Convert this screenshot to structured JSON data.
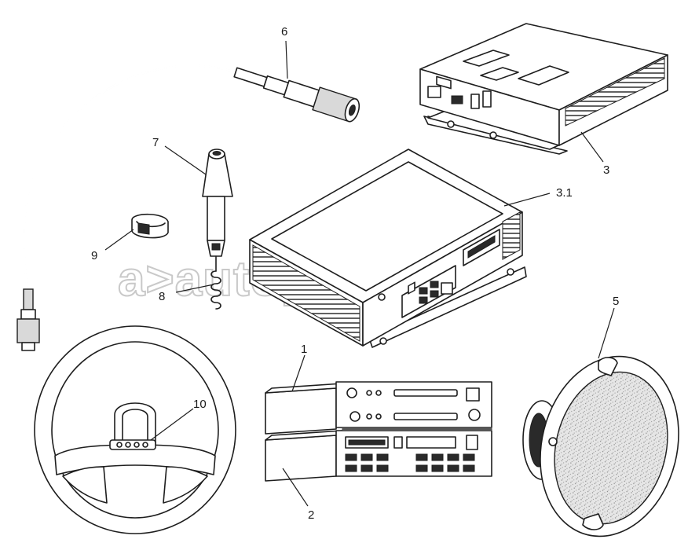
{
  "watermark": "a>autopiter.ru",
  "callouts": {
    "c1": "1",
    "c2": "2",
    "c3": "3",
    "c31": "3.1",
    "c5": "5",
    "c6": "6",
    "c7": "7",
    "c8": "8",
    "c9": "9",
    "c10": "10"
  }
}
